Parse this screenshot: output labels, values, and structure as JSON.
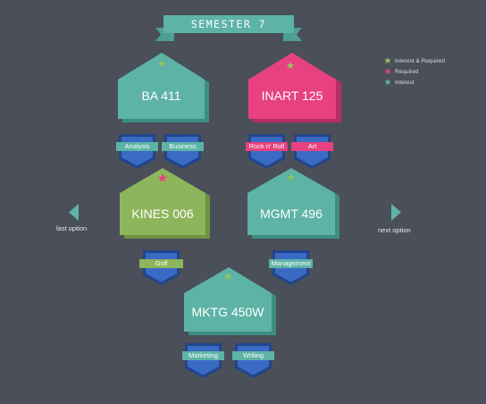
{
  "header": {
    "title": "SEMESTER 7"
  },
  "colors": {
    "background": "#4a4f59",
    "teal": "#5db3a6",
    "pink": "#e8417f",
    "green": "#8db55c",
    "blue": "#2f5fb5",
    "star_green": "#97c35c",
    "star_pink": "#e8417f",
    "star_teal": "#5db3a6"
  },
  "legend": {
    "items": [
      {
        "label": "Interest & Required",
        "icon": "star-icon",
        "color": "#97c35c"
      },
      {
        "label": "Required",
        "icon": "star-icon",
        "color": "#e8417f"
      },
      {
        "label": "Interest",
        "icon": "star-icon",
        "color": "#5db3a6"
      }
    ]
  },
  "courses": [
    {
      "code": "BA 411",
      "color": "teal",
      "star": "green",
      "tags": [
        "Analysis",
        "Business"
      ]
    },
    {
      "code": "INART 125",
      "color": "pink",
      "star": "green",
      "tags": [
        "Rock n' Roll",
        "Art"
      ]
    },
    {
      "code": "KINES 006",
      "color": "green",
      "star": "pink",
      "tags": [
        "Golf"
      ]
    },
    {
      "code": "MGMT 496",
      "color": "teal",
      "star": "green",
      "tags": [
        "Management"
      ]
    },
    {
      "code": "MKTG 450W",
      "color": "teal",
      "star": "green",
      "tags": [
        "Marketing",
        "Writing"
      ]
    }
  ],
  "nav": {
    "prev_label": "last option",
    "next_label": "next option",
    "prev_icon": "arrow-left-icon",
    "next_icon": "arrow-right-icon"
  }
}
